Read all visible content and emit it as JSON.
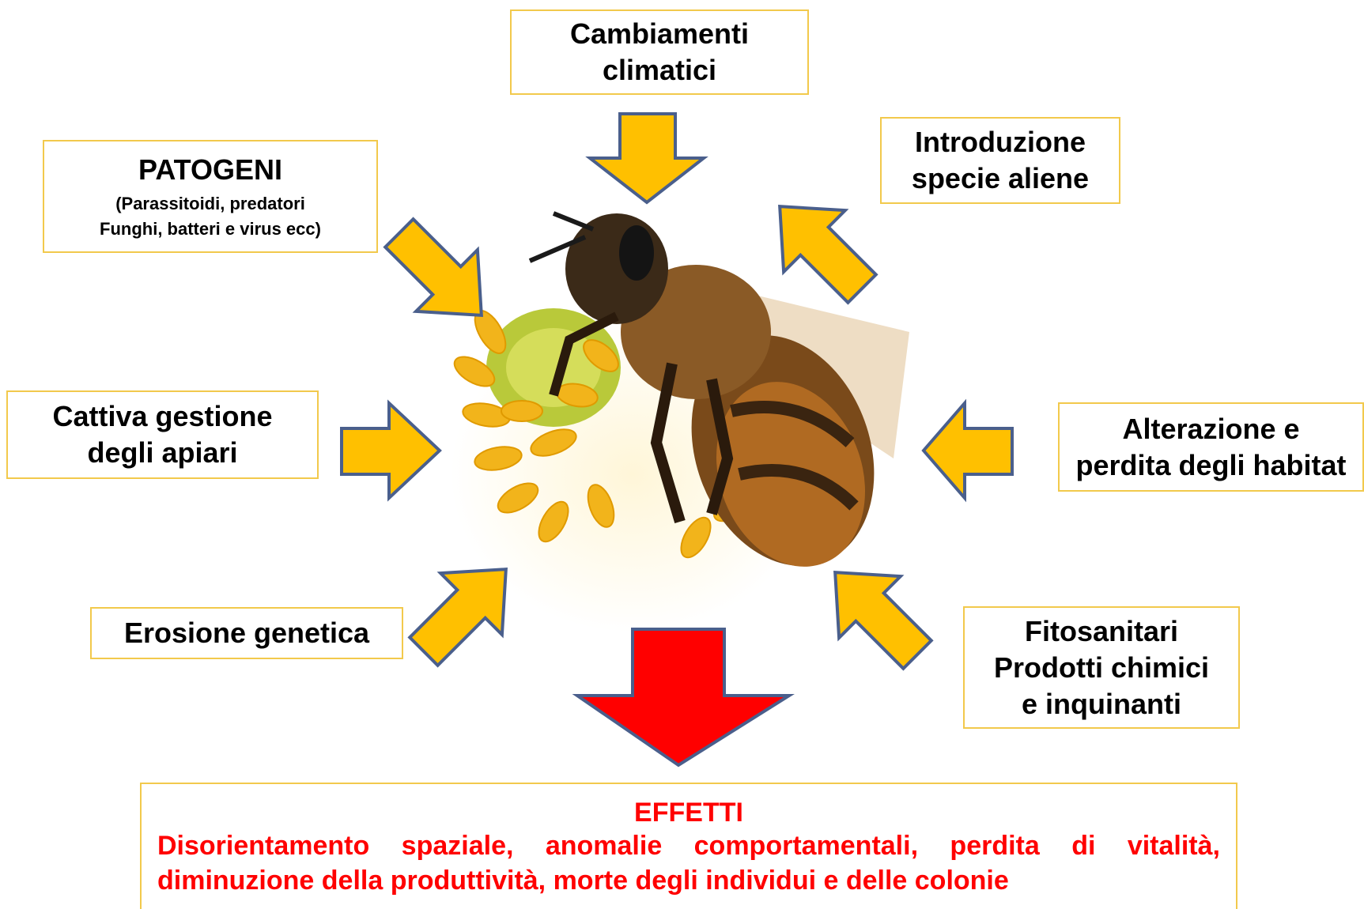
{
  "colors": {
    "box_border": "#f2c94c",
    "arrow_fill": "#ffc000",
    "arrow_stroke": "#4a5f8c",
    "effect_arrow_fill": "#ff0000",
    "effects_text": "#ff0000"
  },
  "center_image": {
    "icon": "honeybee-on-flower-photo"
  },
  "causes": {
    "climate": {
      "line1": "Cambiamenti",
      "line2": "climatici"
    },
    "alien": {
      "line1": "Introduzione",
      "line2": "specie aliene"
    },
    "pathogens": {
      "title": "PATOGENI",
      "line1": "(Parassitoidi, predatori",
      "line2": "Funghi, batteri e virus ecc)"
    },
    "management": {
      "line1": "Cattiva gestione",
      "line2": "degli apiari"
    },
    "habitat": {
      "line1": "Alterazione e",
      "line2": "perdita degli habitat"
    },
    "erosion": {
      "line1": "Erosione genetica"
    },
    "chemicals": {
      "line1": "Fitosanitari",
      "line2": "Prodotti chimici",
      "line3": "e inquinanti"
    }
  },
  "effects": {
    "title": "EFFETTI",
    "text": "Disorientamento spaziale, anomalie comportamentali, perdita di vitalità, diminuzione della produttività, morte degli individui e delle colonie"
  }
}
